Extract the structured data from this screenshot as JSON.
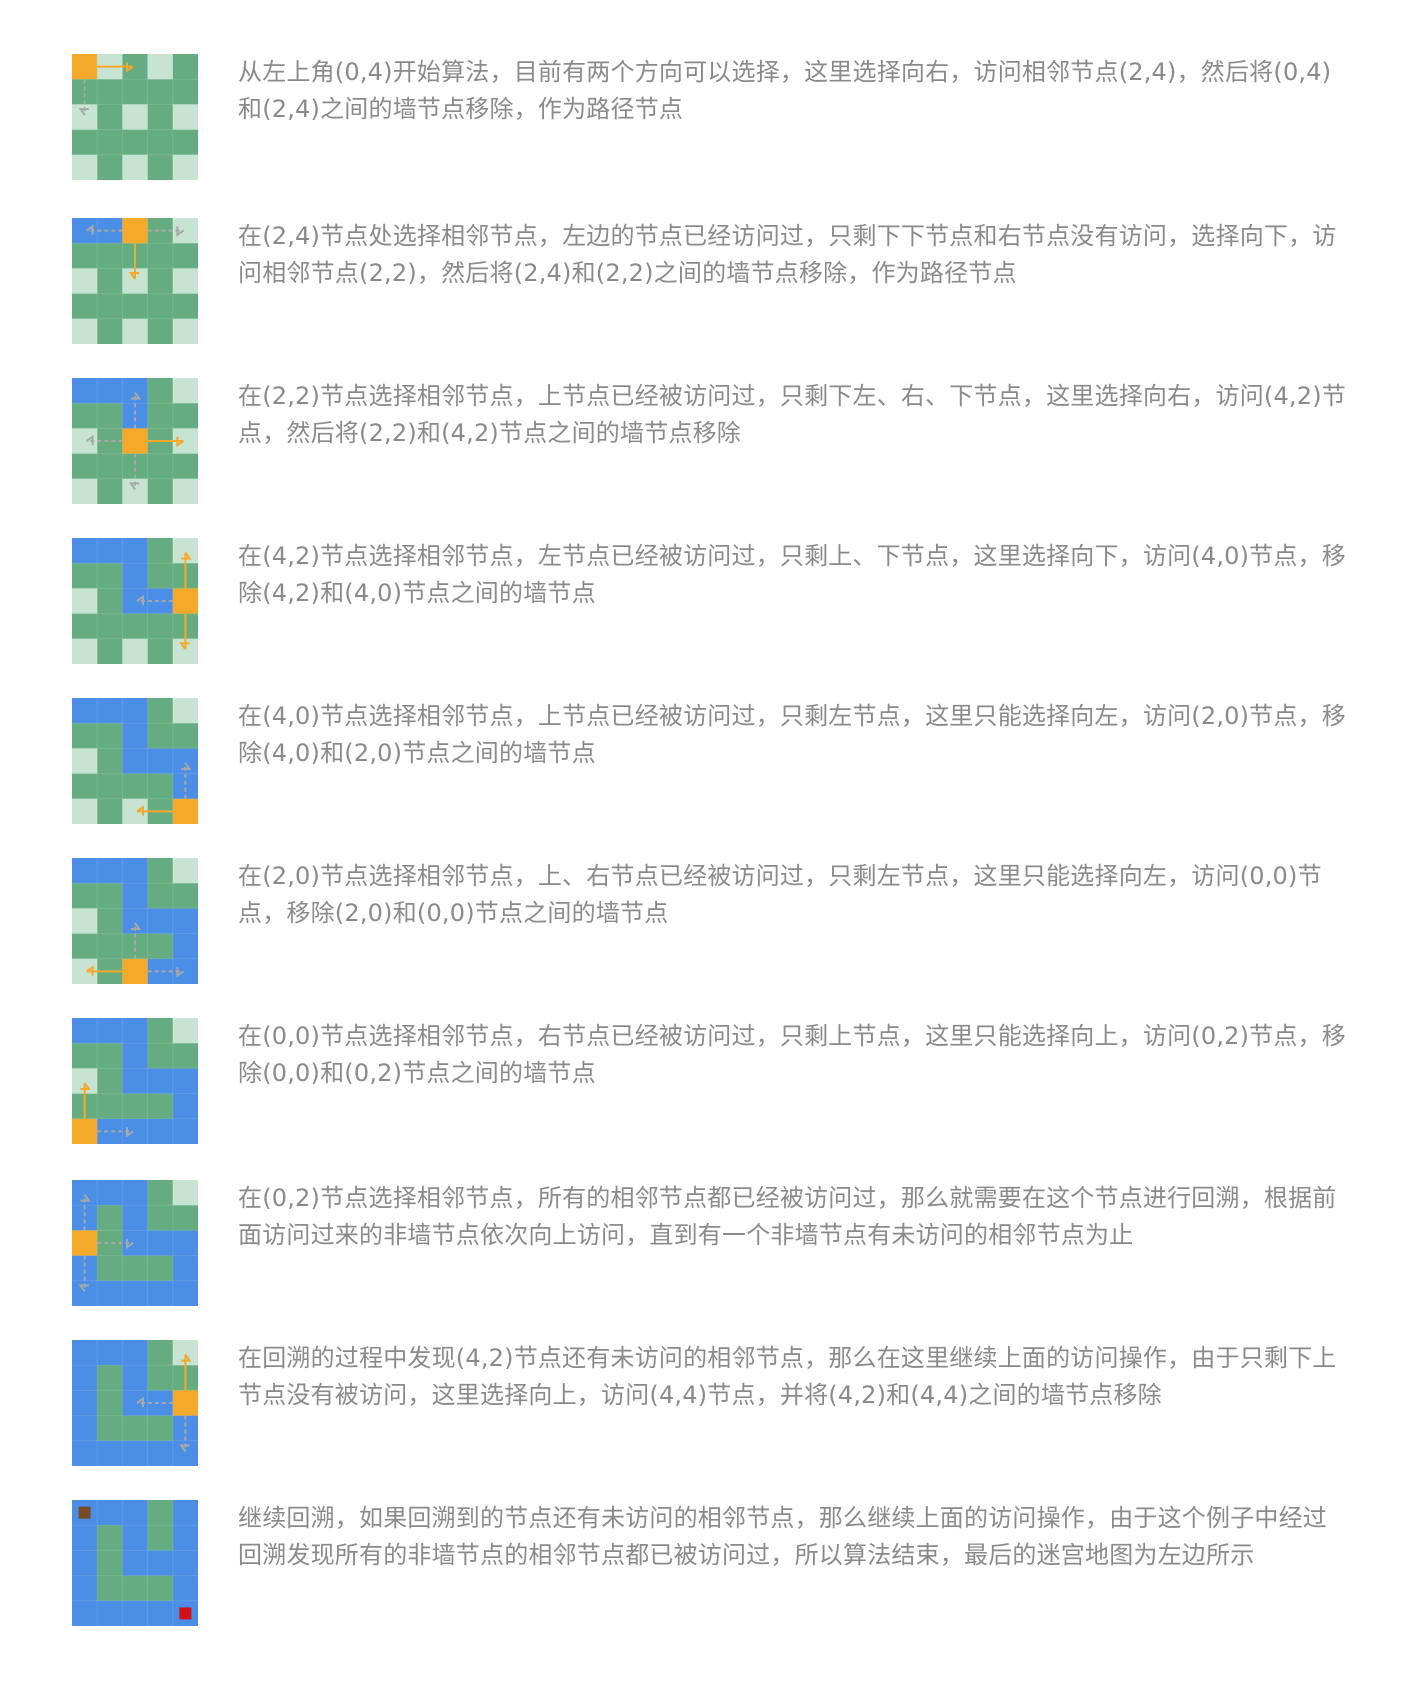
{
  "colors": {
    "wall": "#65ad80",
    "unvisited": "#c7e3d1",
    "path": "#4a8ee6",
    "current": "#f4a92a",
    "arrow_active": "#f4a92a",
    "arrow_inactive": "#a8a8a8",
    "start_marker": "#7a4a24",
    "end_marker": "#d60e15",
    "text": "#8a8a8a"
  },
  "steps": [
    {
      "text": "从左上角(0,4)开始算法，目前有两个方向可以选择，这里选择向右，访问相邻节点(2,4)，然后将(0,4)和(2,4)之间的墙节点移除，作为路径节点",
      "grid": [
        "OPUWUW",
        "WWWWW",
        "UWUWU",
        "WWWWW",
        "UWUWU"
      ],
      "current": [
        0,
        0
      ],
      "arrows": [
        {
          "from": [
            0,
            0
          ],
          "to": [
            2,
            0
          ],
          "active": true
        },
        {
          "from": [
            0,
            0
          ],
          "to": [
            0,
            2
          ],
          "active": false
        }
      ]
    },
    {
      "text": "在(2,4)节点处选择相邻节点，左边的节点已经访问过，只剩下下节点和右节点没有访问，选择向下，访问相邻节点(2,2)，然后将(2,4)和(2,2)之间的墙节点移除，作为路径节点",
      "grid": [
        "PPOWU",
        "WWWWW",
        "UWUWU",
        "WWWWW",
        "UWUWU"
      ],
      "current": [
        2,
        0
      ],
      "arrows": [
        {
          "from": [
            2,
            0
          ],
          "to": [
            0,
            0
          ],
          "active": false
        },
        {
          "from": [
            2,
            0
          ],
          "to": [
            2,
            2
          ],
          "active": true
        },
        {
          "from": [
            2,
            0
          ],
          "to": [
            4,
            0
          ],
          "active": false
        }
      ]
    },
    {
      "text": "在(2,2)节点选择相邻节点，上节点已经被访问过，只剩下左、右、下节点，这里选择向右，访问(4,2)节点，然后将(2,2)和(4,2)节点之间的墙节点移除",
      "grid": [
        "PPPWU",
        "WWPWW",
        "UWOWU",
        "WWWWW",
        "UWUWU"
      ],
      "current": [
        2,
        2
      ],
      "arrows": [
        {
          "from": [
            2,
            2
          ],
          "to": [
            2,
            0
          ],
          "active": false
        },
        {
          "from": [
            2,
            2
          ],
          "to": [
            0,
            2
          ],
          "active": false
        },
        {
          "from": [
            2,
            2
          ],
          "to": [
            4,
            2
          ],
          "active": true
        },
        {
          "from": [
            2,
            2
          ],
          "to": [
            2,
            4
          ],
          "active": false
        }
      ]
    },
    {
      "text": "在(4,2)节点选择相邻节点，左节点已经被访问过，只剩上、下节点，这里选择向下，访问(4,0)节点，移除(4,2)和(4,0)节点之间的墙节点",
      "grid": [
        "PPPWU",
        "WWPWW",
        "UWPPO",
        "WWWWW",
        "UWUWU"
      ],
      "current": [
        4,
        2
      ],
      "arrows": [
        {
          "from": [
            4,
            2
          ],
          "to": [
            4,
            0
          ],
          "active": true
        },
        {
          "from": [
            4,
            2
          ],
          "to": [
            2,
            2
          ],
          "active": false
        },
        {
          "from": [
            4,
            2
          ],
          "to": [
            4,
            4
          ],
          "active": true
        }
      ]
    },
    {
      "text": "在(4,0)节点选择相邻节点，上节点已经被访问过，只剩左节点，这里只能选择向左，访问(2,0)节点，移除(4,0)和(2,0)节点之间的墙节点",
      "grid": [
        "PPPWU",
        "WWPWW",
        "UWPPP",
        "WWWWP",
        "UWUWO"
      ],
      "current": [
        4,
        4
      ],
      "arrows": [
        {
          "from": [
            4,
            4
          ],
          "to": [
            4,
            2
          ],
          "active": false
        },
        {
          "from": [
            4,
            4
          ],
          "to": [
            2,
            4
          ],
          "active": true
        }
      ]
    },
    {
      "text": "在(2,0)节点选择相邻节点，上、右节点已经被访问过，只剩左节点，这里只能选择向左，访问(0,0)节点，移除(2,0)和(0,0)节点之间的墙节点",
      "grid": [
        "PPPWU",
        "WWPWW",
        "UWPPP",
        "WWWWP",
        "UWOPP"
      ],
      "current": [
        2,
        4
      ],
      "arrows": [
        {
          "from": [
            2,
            4
          ],
          "to": [
            2,
            2
          ],
          "active": false
        },
        {
          "from": [
            2,
            4
          ],
          "to": [
            0,
            4
          ],
          "active": true
        },
        {
          "from": [
            2,
            4
          ],
          "to": [
            4,
            4
          ],
          "active": false
        }
      ]
    },
    {
      "text": "在(0,0)节点选择相邻节点，右节点已经被访问过，只剩上节点，这里只能选择向上，访问(0,2)节点，移除(0,0)和(0,2)节点之间的墙节点",
      "grid": [
        "PPPWU",
        "WWPWW",
        "UWPPP",
        "WWWWP",
        "OPPPP"
      ],
      "current": [
        0,
        4
      ],
      "arrows": [
        {
          "from": [
            0,
            4
          ],
          "to": [
            0,
            2
          ],
          "active": true
        },
        {
          "from": [
            0,
            4
          ],
          "to": [
            2,
            4
          ],
          "active": false
        }
      ]
    },
    {
      "text": "在(0,2)节点选择相邻节点，所有的相邻节点都已经被访问过，那么就需要在这个节点进行回溯，根据前面访问过来的非墙节点依次向上访问，直到有一个非墙节点有未访问的相邻节点为止",
      "grid": [
        "PPPWU",
        "PWPWW",
        "OWPPP",
        "PWWWP",
        "PPPPP"
      ],
      "current": [
        0,
        2
      ],
      "arrows": [
        {
          "from": [
            0,
            2
          ],
          "to": [
            0,
            0
          ],
          "active": false
        },
        {
          "from": [
            0,
            2
          ],
          "to": [
            2,
            2
          ],
          "active": false
        },
        {
          "from": [
            0,
            2
          ],
          "to": [
            0,
            4
          ],
          "active": false
        }
      ]
    },
    {
      "text": "在回溯的过程中发现(4,2)节点还有未访问的相邻节点，那么在这里继续上面的访问操作，由于只剩下上节点没有被访问，这里选择向上，访问(4,4)节点，并将(4,2)和(4,4)之间的墙节点移除",
      "grid": [
        "PPPWU",
        "PWPWW",
        "PWPPO",
        "PWWWP",
        "PPPPP"
      ],
      "current": [
        4,
        2
      ],
      "arrows": [
        {
          "from": [
            4,
            2
          ],
          "to": [
            4,
            0
          ],
          "active": true
        },
        {
          "from": [
            4,
            2
          ],
          "to": [
            2,
            2
          ],
          "active": false
        },
        {
          "from": [
            4,
            2
          ],
          "to": [
            4,
            4
          ],
          "active": false
        }
      ]
    },
    {
      "text": "继续回溯，如果回溯到的节点还有未访问的相邻节点，那么继续上面的访问操作，由于这个例子中经过回溯发现所有的非墙节点的相邻节点都已被访问过，所以算法结束，最后的迷宫地图为左边所示",
      "grid": [
        "PPPWP",
        "PWPWP",
        "PWPPP",
        "PWWWP",
        "PPPPP"
      ],
      "current": null,
      "arrows": [],
      "markers": {
        "start": [
          0,
          0
        ],
        "end": [
          4,
          4
        ]
      }
    }
  ]
}
